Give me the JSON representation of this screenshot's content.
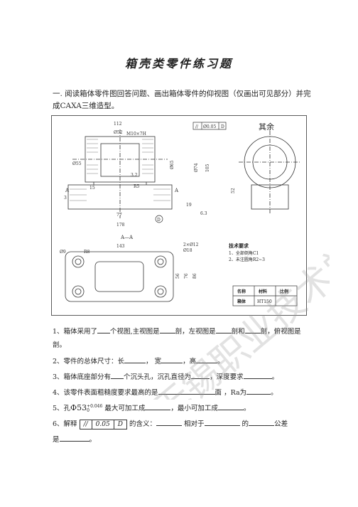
{
  "title": "箱壳类零件练习题",
  "intro": "一. 阅读箱体零件图回答问题、画出箱体零件的仰视图（仅画出可见部分）并完成CAXA三维造型。",
  "drawing": {
    "dims_front": [
      "112",
      "Ø52",
      "M10×7H",
      "Ø65",
      "Ø55",
      "Ø74",
      "105",
      "15",
      "R5",
      "3.2",
      "178",
      "77",
      "19",
      "6.3",
      "52",
      "3"
    ],
    "fcf_front": [
      "//",
      "Ø0.05",
      "D"
    ],
    "surface_rest": "其余",
    "section_label_a": "A",
    "datum_d": "D",
    "section_title": "A—A",
    "dims_bottom": [
      "143",
      "Ø9",
      "R8",
      "56",
      "76",
      "86",
      "2×Ø12",
      "Ø18"
    ],
    "tech_req_title": "技术要求",
    "tech_req_items": [
      "1、全部倒角C1",
      "2、未注圆角R2~3"
    ],
    "title_block": {
      "headers": [
        "名称",
        "材料",
        "比例"
      ],
      "values": [
        "箱体",
        "HT150",
        ""
      ]
    }
  },
  "questions": {
    "q1": {
      "a": "1、箱体采用了",
      "b": "个视图,主视图是",
      "c": "剖，左视图是",
      "d": "剖和",
      "e": "剖，俯视图是",
      "f": "剖。"
    },
    "q2": {
      "a": "2、零件的总体尺寸：长",
      "b": "， 宽",
      "c": "，高",
      "d": "。"
    },
    "q3": {
      "a": "3、箱体底座部分有",
      "b": "个沉头孔，沉孔直径为",
      "c": "，深度要求",
      "d": "。"
    },
    "q4": {
      "a": "4、该零件表面粗糙度要求最高的是",
      "b": "面 ，Ra为",
      "c": "。"
    },
    "q5": {
      "a": "5、孔",
      "sym": "Φ53",
      "tol_up": "+0.046",
      "tol_low": "0",
      "b": "最大可加工成",
      "c": "，最小可加工成",
      "d": "。"
    },
    "q6": {
      "a": "6、解释",
      "fcf": [
        "//",
        "0.05",
        "D"
      ],
      "b": "的含义：",
      "c": "相对于",
      "d": "的",
      "e": "公差",
      "f": "是",
      "g": "。"
    }
  },
  "watermark": "无锡职业技术学院"
}
